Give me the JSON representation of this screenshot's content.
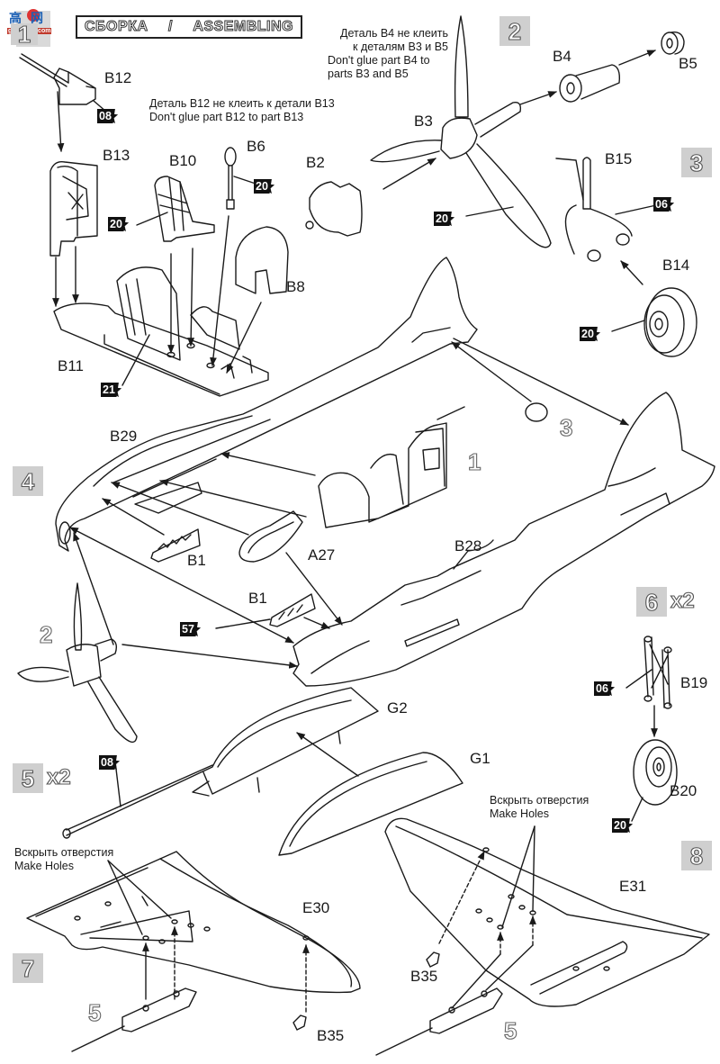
{
  "header": {
    "title_ru": "СБОРКА",
    "title_sep": "/",
    "title_en": "ASSEMBLING",
    "logo": {
      "chars": "高网",
      "site": "gao-shan.com",
      "icon": "gaoshan-logo-icon"
    }
  },
  "steps": [
    {
      "number": "1",
      "multiplier": ""
    },
    {
      "number": "2",
      "multiplier": ""
    },
    {
      "number": "3",
      "multiplier": ""
    },
    {
      "number": "4",
      "multiplier": ""
    },
    {
      "number": "5",
      "multiplier": "x2"
    },
    {
      "number": "6",
      "multiplier": "x2"
    },
    {
      "number": "7",
      "multiplier": ""
    },
    {
      "number": "8",
      "multiplier": ""
    }
  ],
  "notes": {
    "b12": {
      "ru": "Деталь B12 не клеить к детали B13",
      "en": "Don't glue part B12  to part B13"
    },
    "b4": {
      "ru_1": "Деталь B4 не клеить",
      "ru_2": "к деталям B3 и B5",
      "en_1": "Don't glue part B4 to",
      "en_2": "parts B3 and B5"
    },
    "holes_left": {
      "ru": "Вскрыть отверстия",
      "en": "Make Holes"
    },
    "holes_right": {
      "ru": "Вскрыть отверстия",
      "en": "Make Holes"
    }
  },
  "parts": {
    "B12": "B12",
    "B13": "B13",
    "B10": "B10",
    "B6": "B6",
    "B2": "B2",
    "B8": "B8",
    "B11": "B11",
    "B3": "B3",
    "B4": "B4",
    "B5": "B5",
    "B15": "B15",
    "B14": "B14",
    "B29": "B29",
    "B1a": "B1",
    "A27": "A27",
    "B1b": "B1",
    "B28": "B28",
    "G2": "G2",
    "G1": "G1",
    "B19": "B19",
    "B20": "B20",
    "E30": "E30",
    "B35a": "B35",
    "E31": "E31",
    "B35b": "B35"
  },
  "subassembly_refs": {
    "ref1": "1",
    "ref2": "2",
    "ref3": "3",
    "ref5a": "5",
    "ref5b": "5"
  },
  "paint_codes": {
    "b12": "08",
    "b6": "20",
    "b10": "20",
    "b11": "21",
    "b3": "20",
    "b15": "06",
    "b14": "20",
    "b1": "57",
    "g": "08",
    "b19": "06",
    "b20": "20"
  },
  "colors": {
    "line": "#1a1a1a",
    "badge_bg": "#cfcfcf",
    "paint_tag": "#111111"
  }
}
